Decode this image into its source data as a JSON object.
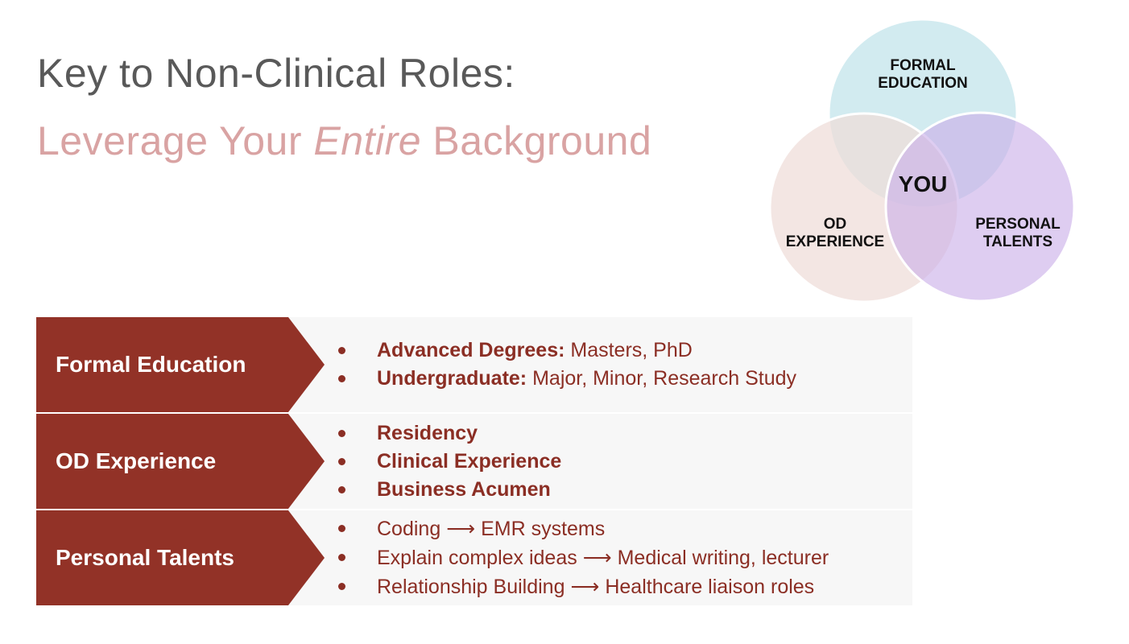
{
  "title": "Key to Non-Clinical Roles:",
  "subtitle": {
    "before": "Leverage Your ",
    "emphasis": "Entire",
    "after": " Background"
  },
  "venn": {
    "circles": [
      {
        "label_line1": "FORMAL",
        "label_line2": "EDUCATION",
        "color": "#cde9ee"
      },
      {
        "label_line1": "OD",
        "label_line2": "EXPERIENCE",
        "color": "#eedcd8"
      },
      {
        "label_line1": "PERSONAL",
        "label_line2": "TALENTS",
        "color": "#c9aee9"
      }
    ],
    "center_label": "YOU"
  },
  "rows": [
    {
      "label": "Formal Education",
      "items": [
        {
          "bold": "Advanced Degrees:",
          "text": " Masters, PhD"
        },
        {
          "bold": "Undergraduate:",
          "text": " Major, Minor, Research Study"
        }
      ]
    },
    {
      "label": "OD Experience",
      "items": [
        {
          "bold": "Residency"
        },
        {
          "bold": "Clinical Experience"
        },
        {
          "bold": "Business Acumen"
        }
      ]
    },
    {
      "label": "Personal Talents",
      "items": [
        {
          "from": "Coding",
          "to": "EMR systems"
        },
        {
          "from": "Explain complex ideas",
          "to": "Medical writing, lecturer"
        },
        {
          "from": "Relationship Building",
          "to": "Healthcare liaison roles"
        }
      ]
    }
  ],
  "arrow_symbol": "⟶",
  "colors": {
    "title": "#595959",
    "subtitle": "#d9a3a3",
    "accent": "#923227",
    "bullet_text": "#8b2e24",
    "panel": "#f7f7f7"
  }
}
